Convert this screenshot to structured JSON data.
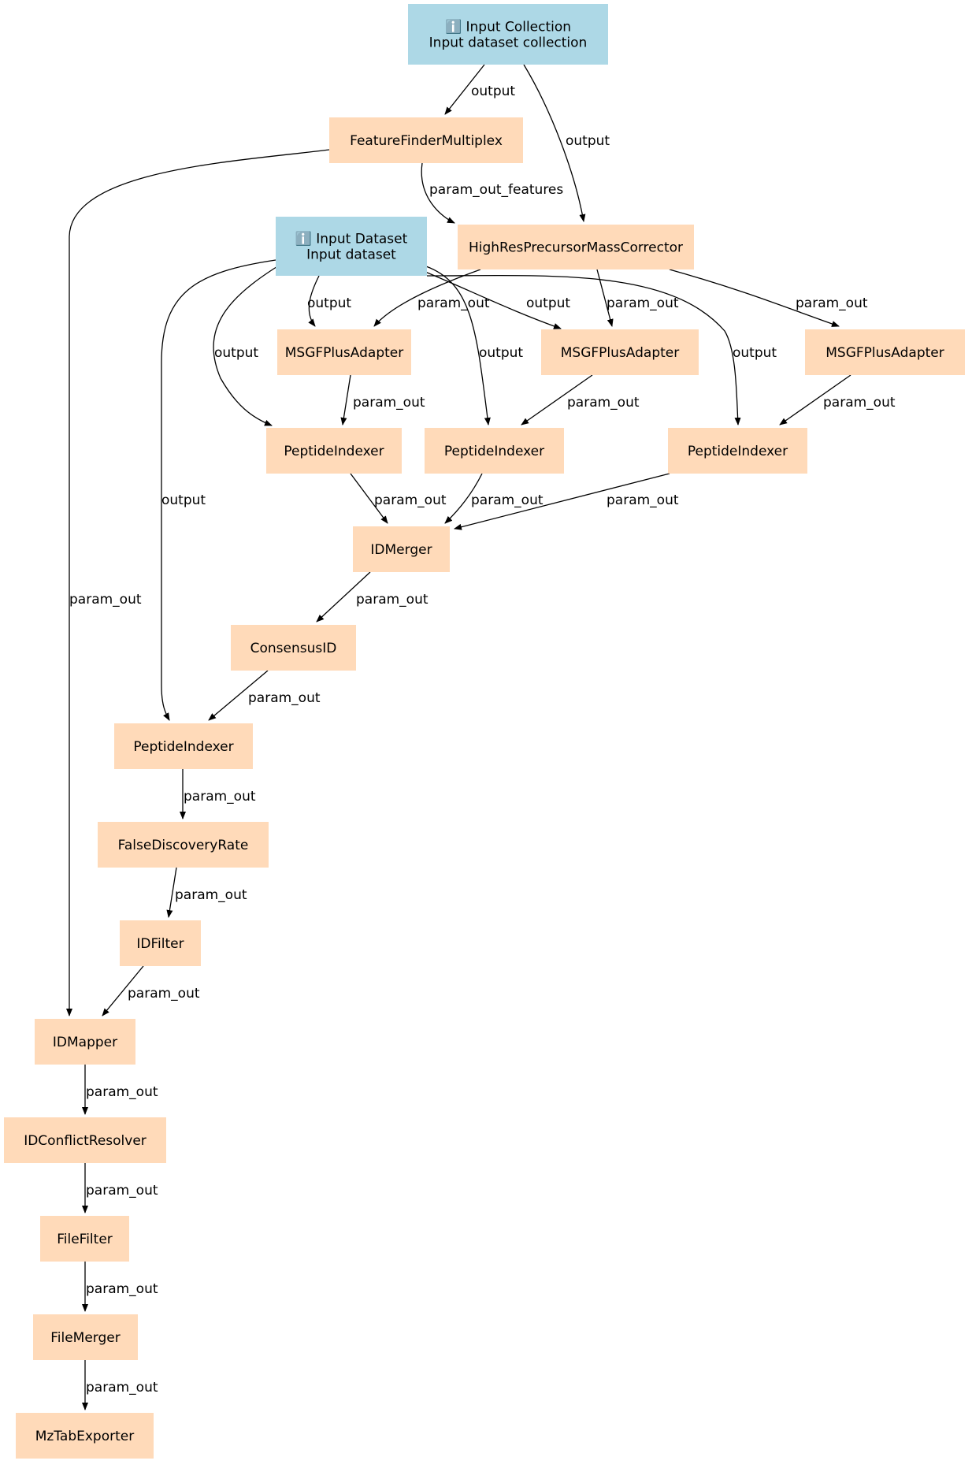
{
  "colors": {
    "input_fill": "#add8e6",
    "tool_fill": "#ffdab9",
    "edge": "#000000",
    "background": "#ffffff"
  },
  "nodes": [
    {
      "id": "input_collection",
      "kind": "input",
      "icon": "info-icon",
      "lines": [
        "ℹ️ Input Collection",
        "Input dataset collection"
      ]
    },
    {
      "id": "feature_finder",
      "kind": "tool",
      "lines": [
        "FeatureFinderMultiplex"
      ]
    },
    {
      "id": "input_dataset",
      "kind": "input",
      "icon": "info-icon",
      "lines": [
        "ℹ️ Input Dataset",
        "Input dataset"
      ]
    },
    {
      "id": "highres",
      "kind": "tool",
      "lines": [
        "HighResPrecursorMassCorrector"
      ]
    },
    {
      "id": "msgf1",
      "kind": "tool",
      "lines": [
        "MSGFPlusAdapter"
      ]
    },
    {
      "id": "msgf2",
      "kind": "tool",
      "lines": [
        "MSGFPlusAdapter"
      ]
    },
    {
      "id": "msgf3",
      "kind": "tool",
      "lines": [
        "MSGFPlusAdapter"
      ]
    },
    {
      "id": "pepidx1",
      "kind": "tool",
      "lines": [
        "PeptideIndexer"
      ]
    },
    {
      "id": "pepidx2",
      "kind": "tool",
      "lines": [
        "PeptideIndexer"
      ]
    },
    {
      "id": "pepidx3",
      "kind": "tool",
      "lines": [
        "PeptideIndexer"
      ]
    },
    {
      "id": "idmerger",
      "kind": "tool",
      "lines": [
        "IDMerger"
      ]
    },
    {
      "id": "consensus",
      "kind": "tool",
      "lines": [
        "ConsensusID"
      ]
    },
    {
      "id": "pepidx4",
      "kind": "tool",
      "lines": [
        "PeptideIndexer"
      ]
    },
    {
      "id": "fdr",
      "kind": "tool",
      "lines": [
        "FalseDiscoveryRate"
      ]
    },
    {
      "id": "idfilter",
      "kind": "tool",
      "lines": [
        "IDFilter"
      ]
    },
    {
      "id": "idmapper",
      "kind": "tool",
      "lines": [
        "IDMapper"
      ]
    },
    {
      "id": "idconflict",
      "kind": "tool",
      "lines": [
        "IDConflictResolver"
      ]
    },
    {
      "id": "filefilter",
      "kind": "tool",
      "lines": [
        "FileFilter"
      ]
    },
    {
      "id": "filemerger",
      "kind": "tool",
      "lines": [
        "FileMerger"
      ]
    },
    {
      "id": "mztab",
      "kind": "tool",
      "lines": [
        "MzTabExporter"
      ]
    }
  ],
  "edges": [
    {
      "id": "e1",
      "from": "input_collection",
      "to": "feature_finder",
      "label": "output"
    },
    {
      "id": "e2",
      "from": "input_collection",
      "to": "highres",
      "label": "output"
    },
    {
      "id": "e3",
      "from": "feature_finder",
      "to": "highres",
      "label": "param_out_features"
    },
    {
      "id": "e4",
      "from": "feature_finder",
      "to": "idmapper",
      "label": "param_out"
    },
    {
      "id": "e5",
      "from": "input_dataset",
      "to": "msgf1",
      "label": "output"
    },
    {
      "id": "e6",
      "from": "input_dataset",
      "to": "pepidx1",
      "label": "output"
    },
    {
      "id": "e7",
      "from": "input_dataset",
      "to": "msgf2",
      "label": "output"
    },
    {
      "id": "e8",
      "from": "input_dataset",
      "to": "pepidx2",
      "label": "output"
    },
    {
      "id": "e9",
      "from": "input_dataset",
      "to": "pepidx3",
      "label": "output"
    },
    {
      "id": "e10",
      "from": "input_dataset",
      "to": "pepidx4",
      "label": "output"
    },
    {
      "id": "e11",
      "from": "highres",
      "to": "msgf1",
      "label": "param_out"
    },
    {
      "id": "e12",
      "from": "highres",
      "to": "msgf2",
      "label": "param_out"
    },
    {
      "id": "e13",
      "from": "highres",
      "to": "msgf3",
      "label": "param_out"
    },
    {
      "id": "e14",
      "from": "msgf1",
      "to": "pepidx1",
      "label": "param_out"
    },
    {
      "id": "e15",
      "from": "msgf2",
      "to": "pepidx2",
      "label": "param_out"
    },
    {
      "id": "e16",
      "from": "msgf3",
      "to": "pepidx3",
      "label": "param_out"
    },
    {
      "id": "e17",
      "from": "pepidx1",
      "to": "idmerger",
      "label": "param_out"
    },
    {
      "id": "e18",
      "from": "pepidx2",
      "to": "idmerger",
      "label": "param_out"
    },
    {
      "id": "e19",
      "from": "pepidx3",
      "to": "idmerger",
      "label": "param_out"
    },
    {
      "id": "e20",
      "from": "idmerger",
      "to": "consensus",
      "label": "param_out"
    },
    {
      "id": "e21",
      "from": "consensus",
      "to": "pepidx4",
      "label": "param_out"
    },
    {
      "id": "e22",
      "from": "pepidx4",
      "to": "fdr",
      "label": "param_out"
    },
    {
      "id": "e23",
      "from": "fdr",
      "to": "idfilter",
      "label": "param_out"
    },
    {
      "id": "e24",
      "from": "idfilter",
      "to": "idmapper",
      "label": "param_out"
    },
    {
      "id": "e25",
      "from": "idmapper",
      "to": "idconflict",
      "label": "param_out"
    },
    {
      "id": "e26",
      "from": "idconflict",
      "to": "filefilter",
      "label": "param_out"
    },
    {
      "id": "e27",
      "from": "filefilter",
      "to": "filemerger",
      "label": "param_out"
    },
    {
      "id": "e28",
      "from": "filemerger",
      "to": "mztab",
      "label": "param_out"
    }
  ]
}
